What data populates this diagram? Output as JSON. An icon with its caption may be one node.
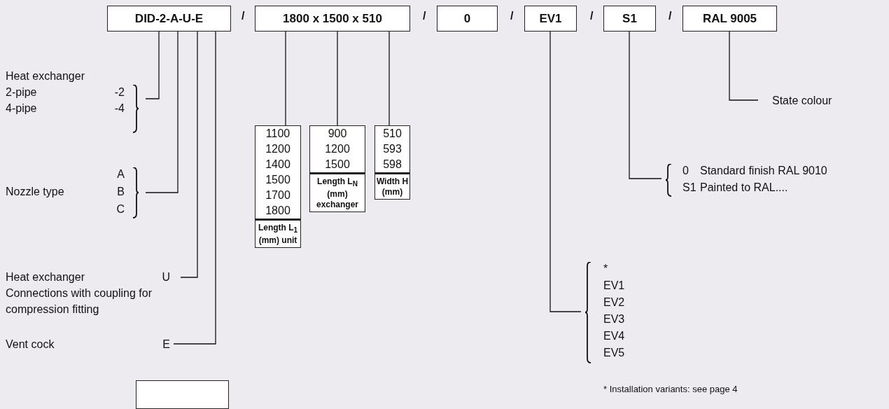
{
  "diagram": {
    "nodes": [
      {
        "text": [
          "DID-2-A-U-E"
        ]
      },
      {
        "text": [
          "1800 x 1500 x 510"
        ]
      },
      {
        "text": [
          "0"
        ]
      },
      {
        "text": [
          "EV1"
        ]
      },
      {
        "text": [
          "S1"
        ]
      },
      {
        "text": [
          "RAL 9005"
        ]
      },
      {
        "text": [
          "Heat exchanger",
          "2-pipe",
          "-2",
          "4-pipe",
          "-4"
        ]
      },
      {
        "text": [
          "Nozzle type",
          "A",
          "B",
          "C"
        ]
      },
      {
        "text": [
          "Heat exchanger",
          "U",
          "Connections with coupling for compression fitting"
        ]
      },
      {
        "text": [
          "Vent cock",
          "E"
        ]
      },
      {
        "text": [
          "1100",
          "1200",
          "1400",
          "1500",
          "1700",
          "1800",
          "Length L$_{1}$ (mm) unit"
        ]
      },
      {
        "text": [
          "900",
          "1200",
          "1500",
          "Length L$_{N}$ (mm) exchanger"
        ]
      },
      {
        "text": [
          "510",
          "593",
          "598",
          "Width H (mm)"
        ]
      },
      {
        "text": [
          "State colour"
        ]
      },
      {
        "text": [
          "0",
          "Standard finish RAL 9010",
          "S1",
          "Painted to RAL...."
        ]
      },
      {
        "text": [
          "*",
          "EV1",
          "EV2",
          "EV3",
          "EV4",
          "EV5"
        ]
      },
      {
        "text": [],
        "shape": "box"
      }
    ],
    "edges": [
      {
        "from": 0,
        "to": 6,
        "arrow": "none"
      },
      {
        "from": 0,
        "to": 7,
        "arrow": "none"
      },
      {
        "from": 0,
        "to": 8,
        "arrow": "none"
      },
      {
        "from": 0,
        "to": 9,
        "arrow": "none"
      },
      {
        "from": 1,
        "to": 10,
        "arrow": "none"
      },
      {
        "from": 1,
        "to": 11,
        "arrow": "none"
      },
      {
        "from": 1,
        "to": 12,
        "arrow": "none"
      },
      {
        "from": 3,
        "to": 15,
        "arrow": "none"
      },
      {
        "from": 4,
        "to": 14,
        "arrow": "none"
      },
      {
        "from": 5,
        "to": 13,
        "arrow": "none"
      }
    ],
    "labels": [
      "/",
      "/",
      "/",
      "/",
      "/",
      "* Installation variants: see page 4"
    ]
  }
}
